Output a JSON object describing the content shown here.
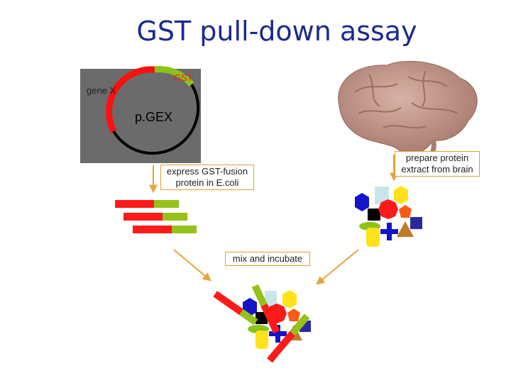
{
  "title": "GST pull-down assay",
  "plasmid": {
    "name": "p.GEX",
    "gene_label": "gene X",
    "tag_label": "GST",
    "colors": {
      "background": "#6b6b6b",
      "gene": "#ff1010",
      "tag": "#8cc21a",
      "backbone": "#000000"
    }
  },
  "steps": {
    "express": "express GST-fusion protein in E.coli",
    "extract": "prepare protein extract from brain",
    "mix": "mix and incubate"
  },
  "colors": {
    "arrow": "#e8a33a",
    "fusion_red": "#ff1a1a",
    "fusion_green": "#94c11a",
    "prey_blue": "#1414c8",
    "prey_yellow": "#ffe21a",
    "prey_lightblue": "#c8e6ea",
    "prey_black": "#000000",
    "prey_orange": "#ff5a14",
    "prey_navy": "#2a2aa0",
    "prey_brown": "#c07a28",
    "prey_lime": "#8cc21a",
    "brain": "#c69a8e"
  },
  "icons": [
    "brain-icon",
    "plasmid-icon"
  ]
}
